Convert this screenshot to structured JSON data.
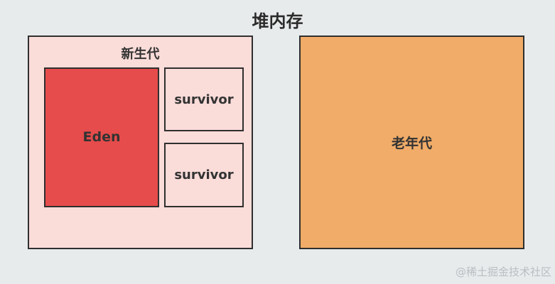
{
  "title": "堆内存",
  "young_generation": {
    "label": "新生代",
    "eden": {
      "label": "Eden"
    },
    "survivors": [
      {
        "label": "survivor"
      },
      {
        "label": "survivor"
      }
    ]
  },
  "old_generation": {
    "label": "老年代"
  },
  "watermark": "@稀土掘金技术社区",
  "colors": {
    "background": "#e8ebec",
    "young_fill": "#fadcd9",
    "eden_fill": "#e64c4b",
    "old_fill": "#f0ac68",
    "border": "#2f2f2f",
    "text": "#333333",
    "watermark": "#b9bec2"
  }
}
